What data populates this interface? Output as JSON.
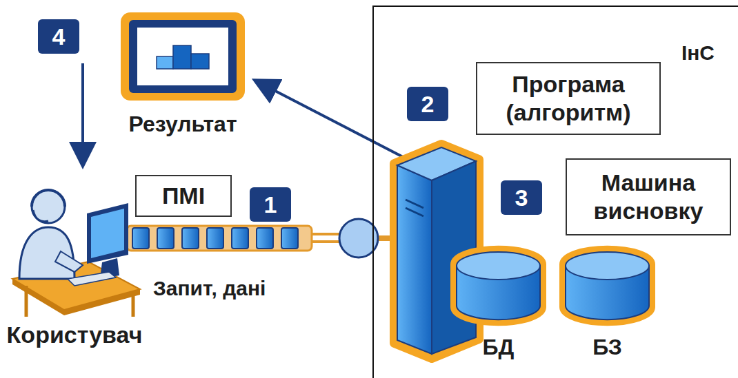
{
  "diagram": {
    "nodes": [
      {
        "text": [
          "ІнС"
        ]
      },
      {
        "text": [
          "Програма (алгоритм)"
        ],
        "in": 0
      },
      {
        "text": [
          "Машина висновку"
        ],
        "in": 0
      },
      {
        "text": [
          "ПМІ"
        ]
      },
      {
        "text": [
          "БД"
        ],
        "in": 0
      },
      {
        "text": [
          "БЗ"
        ],
        "in": 0
      },
      {
        "text": [
          "Результат"
        ]
      },
      {
        "text": [
          "Користувач"
        ]
      }
    ],
    "labels": [
      "4",
      "2",
      "1",
      "3",
      "Запит, дані"
    ]
  }
}
